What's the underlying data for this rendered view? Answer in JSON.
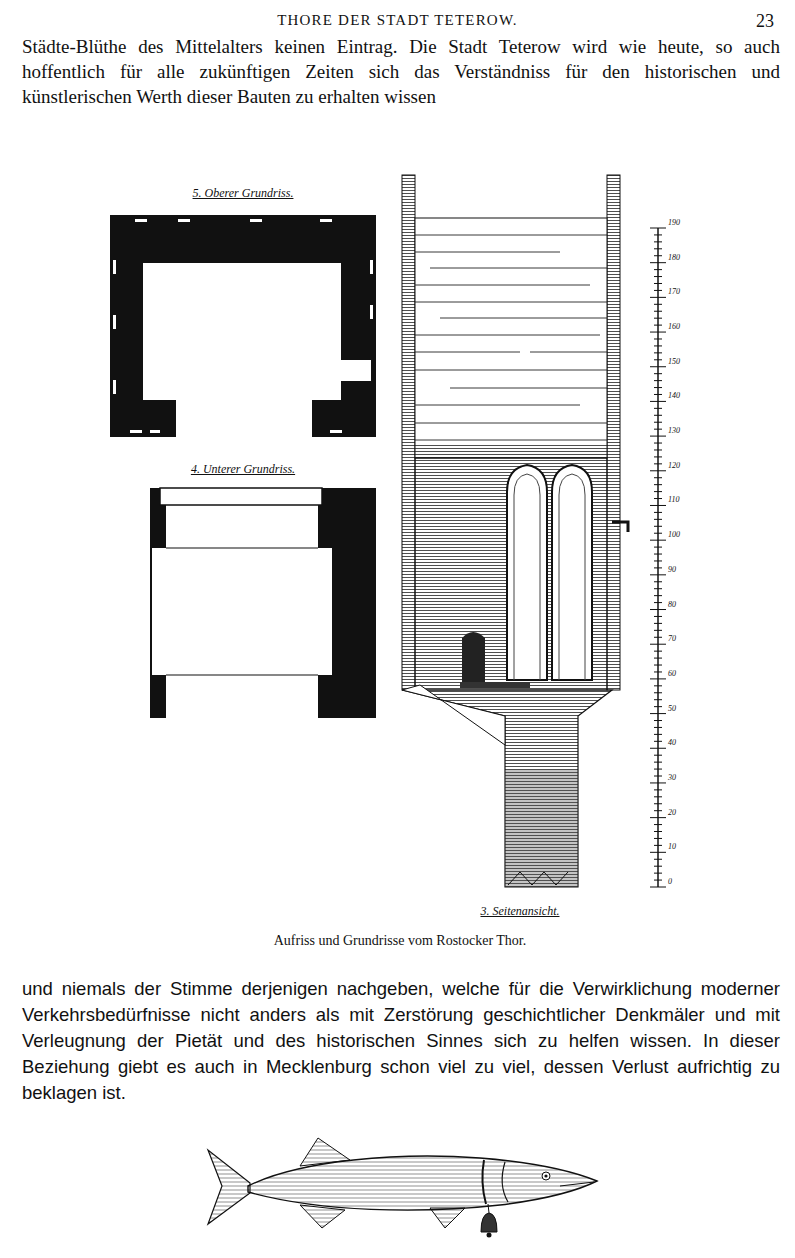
{
  "diagram": {
    "title": "THORE DER STADT TETEROW.",
    "caption": "Aufriss und Grundrisse vom Rostocker Thor.",
    "labels": [
      "23",
      "Städte-Blüthe des Mittelalters keinen Eintrag. Die Stadt Teterow wird wie heute, so auch hoffentlich für alle zukünftigen Zeiten sich das Verständniss für den historischen und künstlerischen Werth dieser Bauten zu erhalten wissen",
      "5. Oberer Grundriss.",
      "4. Unterer Grundriss.",
      "190",
      "180",
      "170",
      "160",
      "150",
      "140",
      "130",
      "120",
      "110",
      "100",
      "90",
      "80",
      "70",
      "60",
      "50",
      "40",
      "30",
      "20",
      "10",
      "0",
      "3. Seitenansicht.",
      "und niemals der Stimme derjenigen nachgeben, welche für die Verwirklichung moderner Verkehrsbedürfnisse nicht anders als mit Zerstörung geschichtlicher Denkmäler und mit Verleugnung der Pietät und des historischen Sinnes sich zu helfen wissen. In dieser Beziehung giebt es auch in Mecklenburg schon viel zu viel, dessen Verlust aufrichtig zu beklagen ist."
    ]
  }
}
